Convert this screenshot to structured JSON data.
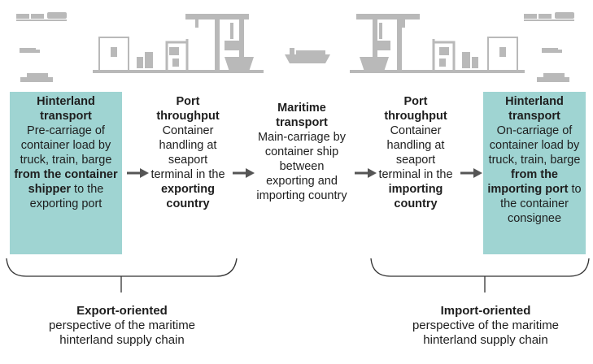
{
  "stages": [
    {
      "title_lines": [
        "Hinterland",
        "transport"
      ],
      "desc_parts": [
        {
          "t": "Pre-carriage of container load by truck, train, barge ",
          "b": false
        },
        {
          "t": "from the container shipper",
          "b": true
        },
        {
          "t": " to the exporting port",
          "b": false
        }
      ],
      "highlighted": true
    },
    {
      "title_lines": [
        "Port",
        "throughput"
      ],
      "desc_parts": [
        {
          "t": "Container handling at seaport terminal in the ",
          "b": false
        },
        {
          "t": "exporting country",
          "b": true
        }
      ],
      "highlighted": false
    },
    {
      "title_lines": [
        "Maritime",
        "transport"
      ],
      "desc_parts": [
        {
          "t": "Main-carriage by container ship between exporting and importing country",
          "b": false
        }
      ],
      "highlighted": false
    },
    {
      "title_lines": [
        "Port",
        "throughput"
      ],
      "desc_parts": [
        {
          "t": "Container handling at seaport terminal in the ",
          "b": false
        },
        {
          "t": "importing country",
          "b": true
        }
      ],
      "highlighted": false
    },
    {
      "title_lines": [
        "Hinterland",
        "transport"
      ],
      "desc_parts": [
        {
          "t": "On-carriage of container load by truck, train, barge ",
          "b": false
        },
        {
          "t": "from the importing port",
          "b": true
        },
        {
          "t": " to the container consignee",
          "b": false
        }
      ],
      "highlighted": true
    }
  ],
  "perspectives": [
    {
      "title": "Export-oriented",
      "line1": "perspective of the maritime",
      "line2": "hinterland supply chain"
    },
    {
      "title": "Import-oriented",
      "line1": "perspective of the maritime",
      "line2": "hinterland supply chain"
    }
  ],
  "colors": {
    "highlight": "#9fd4d2",
    "arrow": "#555555",
    "illustration": "#b4b4b4",
    "brace": "#333333"
  },
  "icons": [
    "truck-icon",
    "train-icon",
    "barge-icon",
    "warehouse-icon",
    "gantry-crane-icon",
    "container-ship-icon"
  ]
}
